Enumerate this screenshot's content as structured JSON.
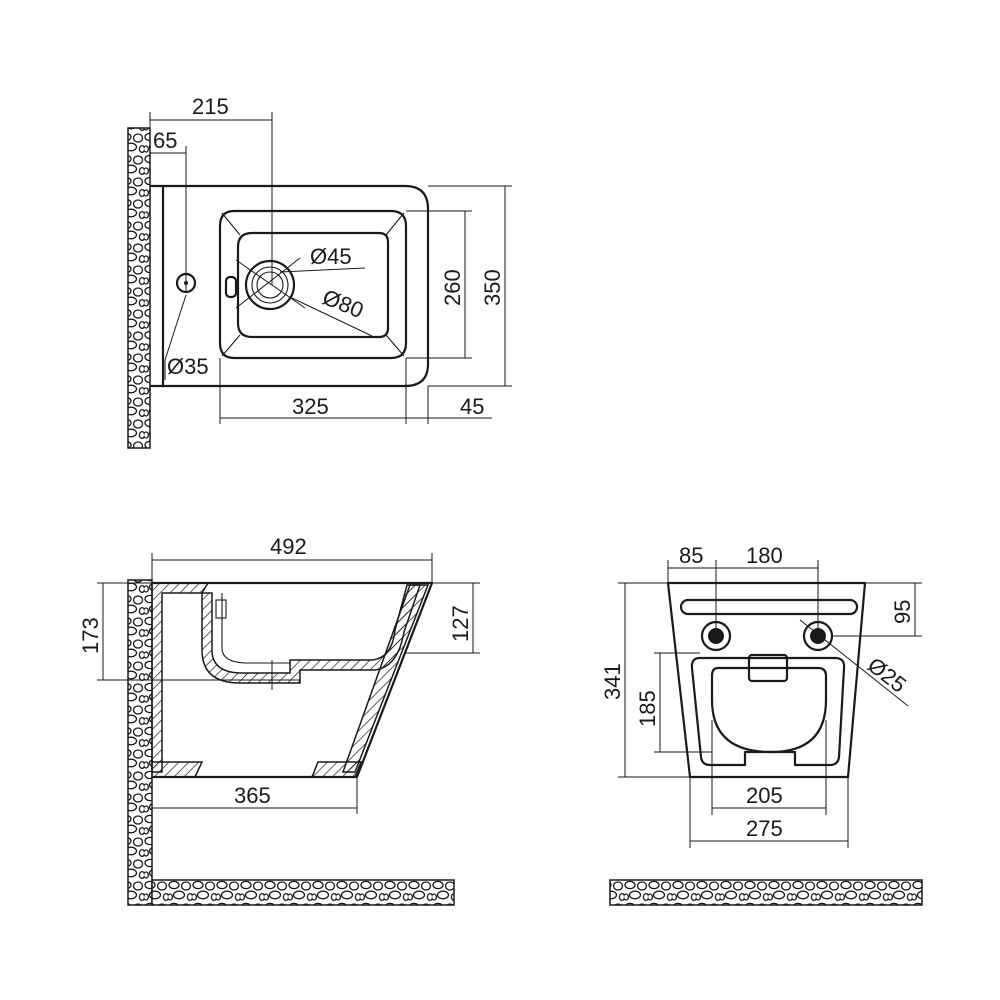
{
  "top_view": {
    "dim_215": "215",
    "dim_65": "65",
    "dim_d45": "Ø45",
    "dim_d80": "Ø80",
    "dim_d35": "Ø35",
    "dim_260": "260",
    "dim_350": "350",
    "dim_325": "325",
    "dim_45": "45"
  },
  "side_view": {
    "dim_492": "492",
    "dim_173": "173",
    "dim_127": "127",
    "dim_365": "365"
  },
  "rear_view": {
    "dim_85": "85",
    "dim_180": "180",
    "dim_95": "95",
    "dim_341": "341",
    "dim_185": "185",
    "dim_d25": "Ø25",
    "dim_205": "205",
    "dim_275": "275"
  }
}
